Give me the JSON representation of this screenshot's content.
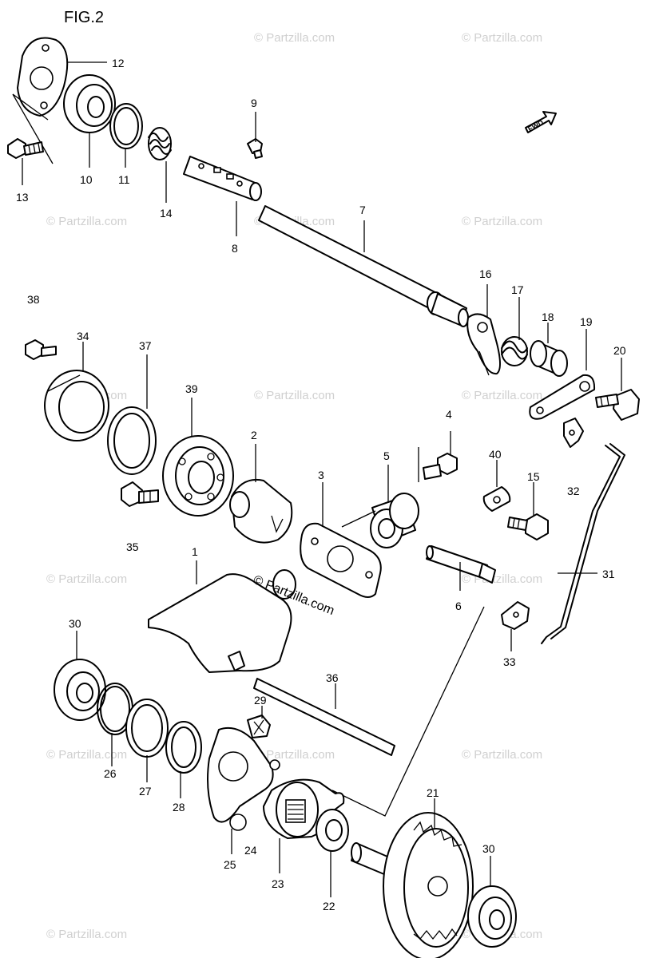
{
  "figure_title": "FIG.2",
  "watermark": "© Partzilla.com",
  "watermark_main": "© Partzilla.com",
  "fwd_label": "FWD",
  "parts": {
    "p1": "1",
    "p2": "2",
    "p3": "3",
    "p4": "4",
    "p5": "5",
    "p6": "6",
    "p7": "7",
    "p8": "8",
    "p9": "9",
    "p10": "10",
    "p11": "11",
    "p12": "12",
    "p13": "13",
    "p14": "14",
    "p15": "15",
    "p16": "16",
    "p17": "17",
    "p18": "18",
    "p19": "19",
    "p20": "20",
    "p21": "21",
    "p22": "22",
    "p23": "23",
    "p24": "24",
    "p25": "25",
    "p26": "26",
    "p27": "27",
    "p28": "28",
    "p29": "29",
    "p30a": "30",
    "p30b": "30",
    "p31": "31",
    "p32": "32",
    "p33": "33",
    "p34": "34",
    "p35": "35",
    "p36": "36",
    "p37": "37",
    "p38": "38",
    "p39": "39",
    "p40": "40"
  }
}
